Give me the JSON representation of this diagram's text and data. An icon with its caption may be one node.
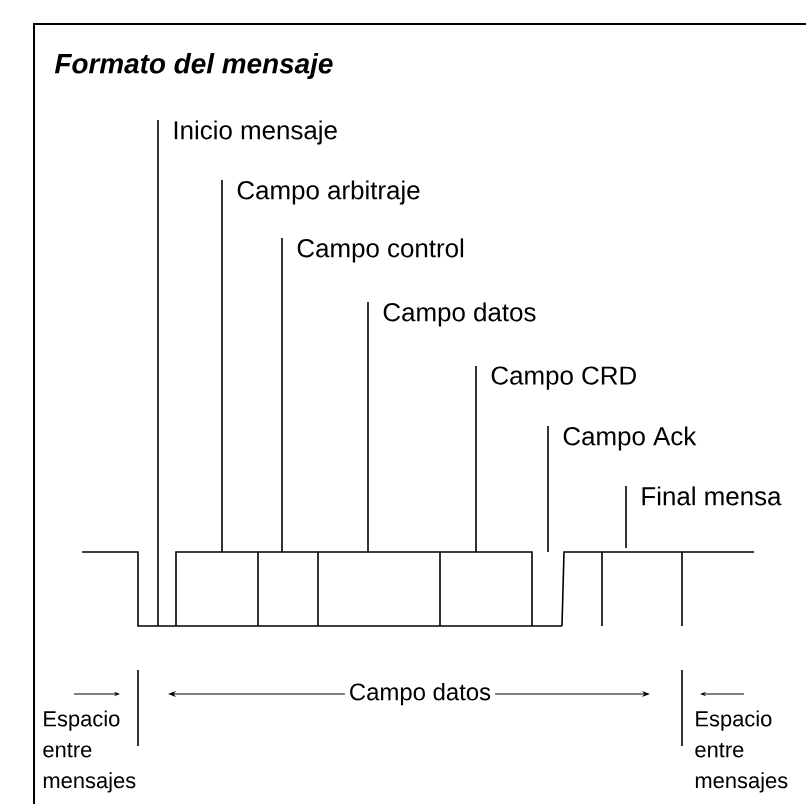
{
  "diagram": {
    "title": "Formato del mensaje",
    "nodes": [
      {
        "text": [
          "Inicio mensaje"
        ]
      },
      {
        "text": [
          "Campo arbitraje"
        ]
      },
      {
        "text": [
          "Campo control"
        ]
      },
      {
        "text": [
          "Campo datos"
        ]
      },
      {
        "text": [
          "Campo CRD"
        ]
      },
      {
        "text": [
          "Campo Ack"
        ]
      },
      {
        "text": [
          "Final mensa"
        ]
      }
    ],
    "edges": [
      {
        "from": 0,
        "to": null,
        "arrow": "none"
      },
      {
        "from": 1,
        "to": null,
        "arrow": "none"
      },
      {
        "from": 2,
        "to": null,
        "arrow": "none"
      },
      {
        "from": 3,
        "to": null,
        "arrow": "none"
      },
      {
        "from": 4,
        "to": null,
        "arrow": "none"
      },
      {
        "from": 5,
        "to": null,
        "arrow": "none"
      },
      {
        "from": 6,
        "to": null,
        "arrow": "none"
      }
    ],
    "labels": [
      "Espacio entre mensajes",
      "Campo datos",
      "Espacio entre mensajes"
    ]
  }
}
